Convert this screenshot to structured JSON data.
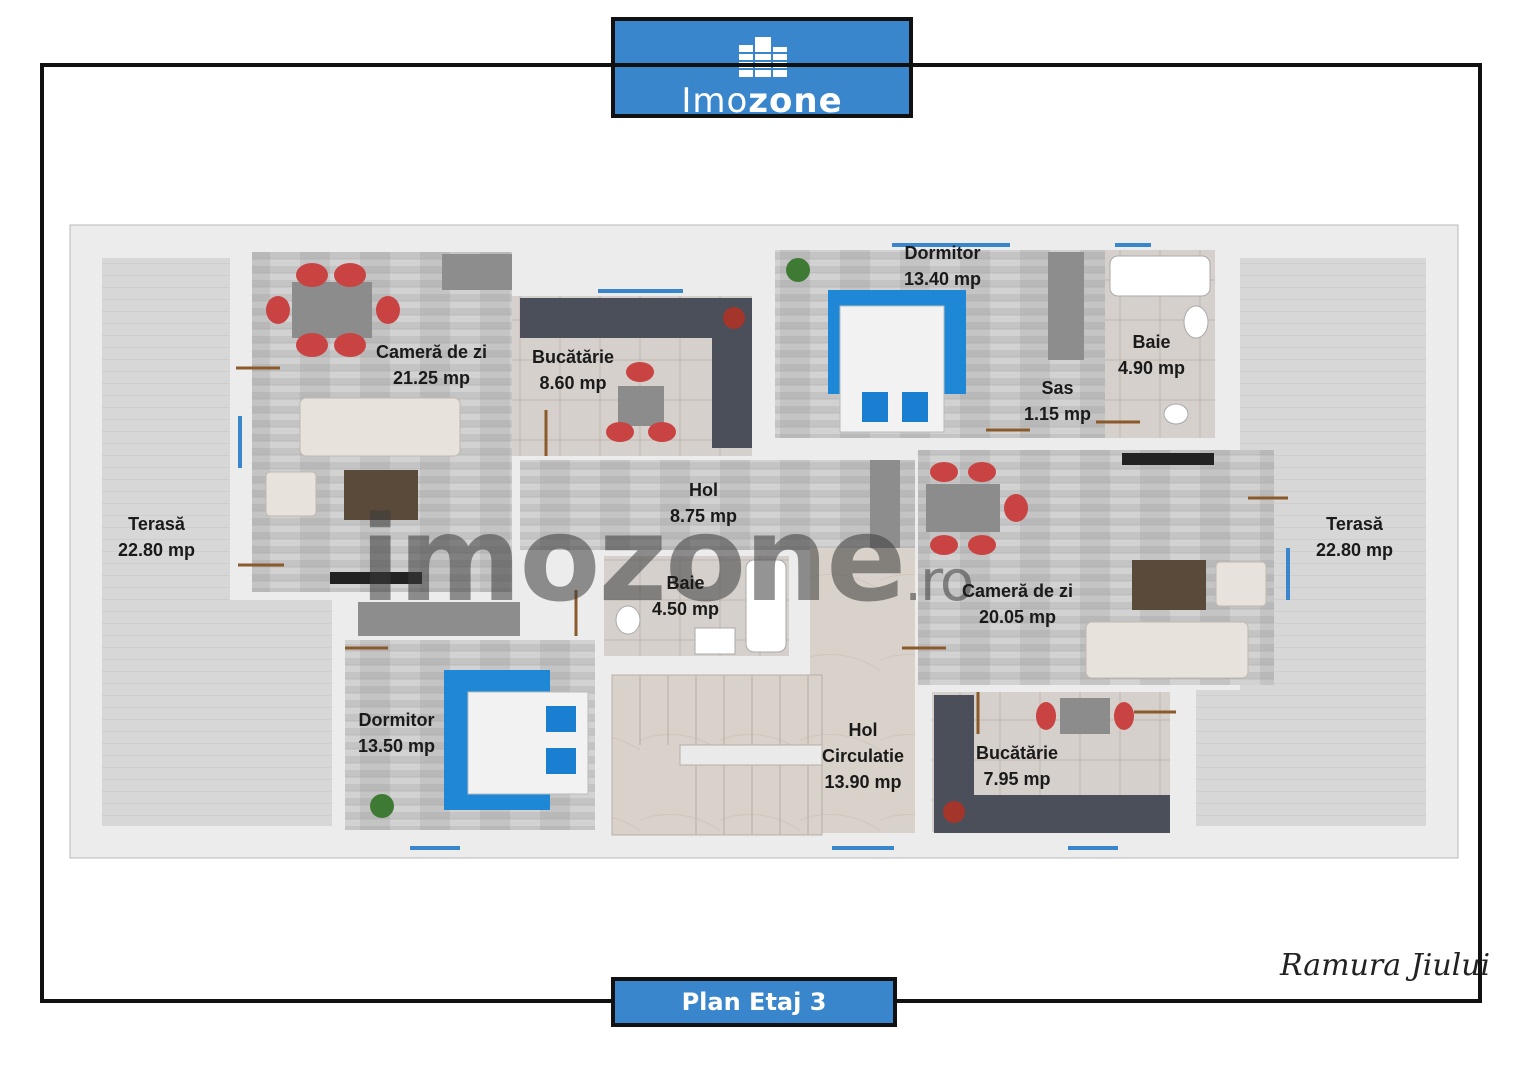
{
  "brand": {
    "name_light": "Imo",
    "name_bold": "zone"
  },
  "footer": {
    "title": "Plan Etaj 3",
    "signature": "Ramura Jiului"
  },
  "watermark": {
    "main": "imozone",
    "suffix": ".ro"
  },
  "rooms": {
    "terasa_left": {
      "name": "Terasă",
      "area": "22.80 mp"
    },
    "camera_zi_left": {
      "name": "Cameră de zi",
      "area": "21.25 mp"
    },
    "bucatarie_top": {
      "name": "Bucătărie",
      "area": "8.60 mp"
    },
    "dormitor_top": {
      "name": "Dormitor",
      "area": "13.40 mp"
    },
    "baie_top": {
      "name": "Baie",
      "area": "4.90 mp"
    },
    "sas": {
      "name": "Sas",
      "area": "1.15 mp"
    },
    "hol": {
      "name": "Hol",
      "area": "8.75 mp"
    },
    "baie_mid": {
      "name": "Baie",
      "area": "4.50 mp"
    },
    "camera_zi_right": {
      "name": "Cameră de zi",
      "area": "20.05 mp"
    },
    "terasa_right": {
      "name": "Terasă",
      "area": "22.80 mp"
    },
    "dormitor_bottom": {
      "name": "Dormitor",
      "area": "13.50 mp"
    },
    "hol_circulatie": {
      "name1": "Hol",
      "name2": "Circulatie",
      "area": "13.90 mp"
    },
    "bucatarie_bottom": {
      "name": "Bucătărie",
      "area": "7.95 mp"
    }
  },
  "colors": {
    "brand_blue": "#3a86cc",
    "floor_gray": "#c9c9c9",
    "wall": "#e9e9e9",
    "bed_blue": "#1e88d6",
    "chair_red": "#c94343"
  }
}
